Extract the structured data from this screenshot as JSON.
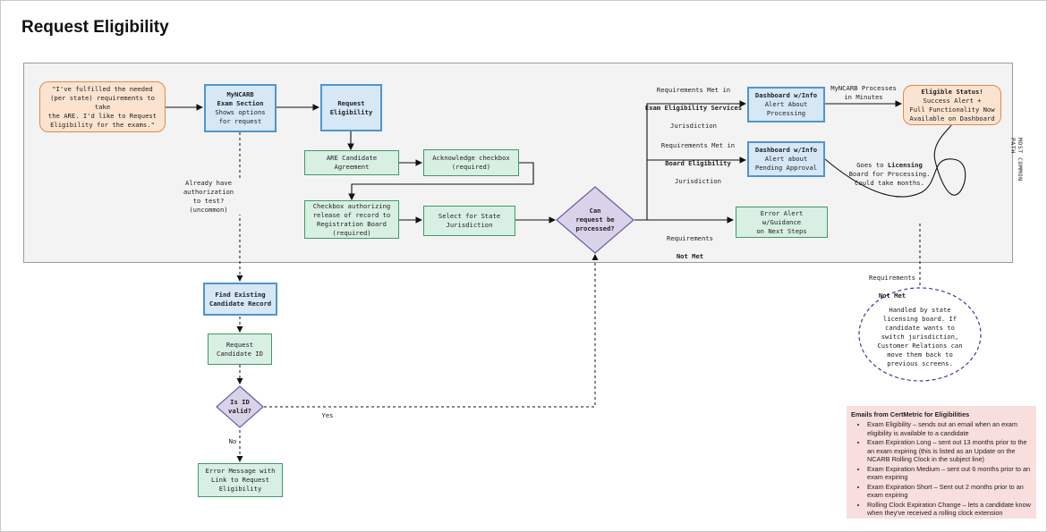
{
  "page": {
    "title": "Request Eligibility"
  },
  "nodes": {
    "fulfilled_quote": "\"I've fulfilled the needed\n(per state) requirements to take\nthe ARE. I'd like to Request\nEligibility for the exams.\"",
    "myncarb_exam_section": {
      "title": "MyNCARB\nExam Section",
      "body": "Shows options\nfor request"
    },
    "request_eligibility": "Request\nEligibility",
    "are_candidate_agreement": "ARE Candidate Agreement",
    "acknowledge_checkbox": "Acknowledge checkbox\n(required)",
    "checkbox_authorizing": "Checkbox authorizing\nrelease of record to\nRegistration Board\n(required)",
    "select_state": "Select for State\nJurisdiction",
    "can_request_processed": "Can\nrequest be\nprocessed?",
    "dashboard_processing": {
      "title": "Dashboard w/Info",
      "body": "Alert About\nProcessing"
    },
    "dashboard_pending": {
      "title": "Dashboard w/Info",
      "body": "Alert about\nPending Approval"
    },
    "error_alert_guidance": "Error Alert w/Guidance\non Next Steps",
    "eligible_status": {
      "title": "Eligible Status!",
      "body": "Success Alert +\nFull Functionality Now\nAvailable on Dashboard"
    },
    "find_existing_record": "Find Existing\nCandidate Record",
    "request_candidate_id": "Request\nCandidate ID",
    "is_id_valid": "Is ID\nvalid?",
    "error_message_link": "Error Message with\nLink to Request\nEligibility",
    "handled_by_state": "Handled by state\nlicensing board. If\ncandidate wants to\nswitch jurisdiction,\nCustomer Relations can\nmove them back to\nprevious screens."
  },
  "edge_labels": {
    "req_met_exam": {
      "line1": "Requirements Met in",
      "line2": "Exam Eligibility Services",
      "line3": "Jurisdiction"
    },
    "req_met_board": {
      "line1": "Requirements Met in",
      "line2": "Board Eligibility",
      "line3": "Jurisdiction"
    },
    "req_not_met_main": {
      "line1": "Requirements",
      "line2": "Not Met"
    },
    "myncarb_processes": "MyNCARB Processes\nin Minutes",
    "goes_to_licensing": {
      "pre": "Goes to ",
      "bold": "Licensing",
      "rest": "\nBoard for Processing.\nCould take months."
    },
    "req_not_met_board": {
      "line1": "Requirements",
      "line2": "Not Met"
    },
    "already_have_auth": "Already have\nauthorization\nto test?\n(uncommon)",
    "yes": "Yes",
    "no": "No"
  },
  "side_label": "MOST COMMON PATH",
  "emails": {
    "title": "Emails from CertMetric for Eligibilities",
    "items": [
      "Exam Eligibility – sends out an email when an exam eligibility is available to a candidate",
      "Exam Expiration Long – sent out 13 months prior to the an exam expiring (this is listed as an Update on the NCARB Rolling Clock in the subject line)",
      "Exam Expiration Medium – sent out 6 months prior to an exam expiring",
      "Exam Expiration Short – Sent out 2 months prior to an exam expiring",
      "Rolling Clock Expiration Change – lets a candidate know when they've received a rolling clock extension"
    ]
  },
  "colors": {
    "blue_fill": "#d6e7f6",
    "blue_border": "#4f95cf",
    "green_fill": "#d8efe3",
    "green_border": "#3f9a63",
    "orange_fill": "#fbe3cf",
    "orange_border": "#e08a4b",
    "diamond_fill": "#d9d3ea",
    "diamond_border": "#6a5a9e",
    "notes_fill": "#f9dede"
  }
}
